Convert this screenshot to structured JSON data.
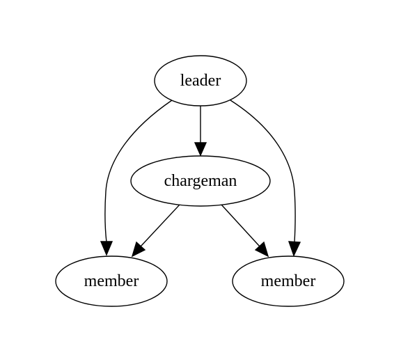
{
  "diagram": {
    "type": "directed-graph",
    "nodes": [
      {
        "id": "leader",
        "label": "leader"
      },
      {
        "id": "chargeman",
        "label": "chargeman"
      },
      {
        "id": "member_left",
        "label": "member"
      },
      {
        "id": "member_right",
        "label": "member"
      }
    ],
    "edges": [
      {
        "from": "leader",
        "to": "chargeman"
      },
      {
        "from": "leader",
        "to": "member_left"
      },
      {
        "from": "leader",
        "to": "member_right"
      },
      {
        "from": "chargeman",
        "to": "member_left"
      },
      {
        "from": "chargeman",
        "to": "member_right"
      }
    ],
    "colors": {
      "stroke": "#000000",
      "fill": "#ffffff",
      "background": "#ffffff"
    }
  }
}
